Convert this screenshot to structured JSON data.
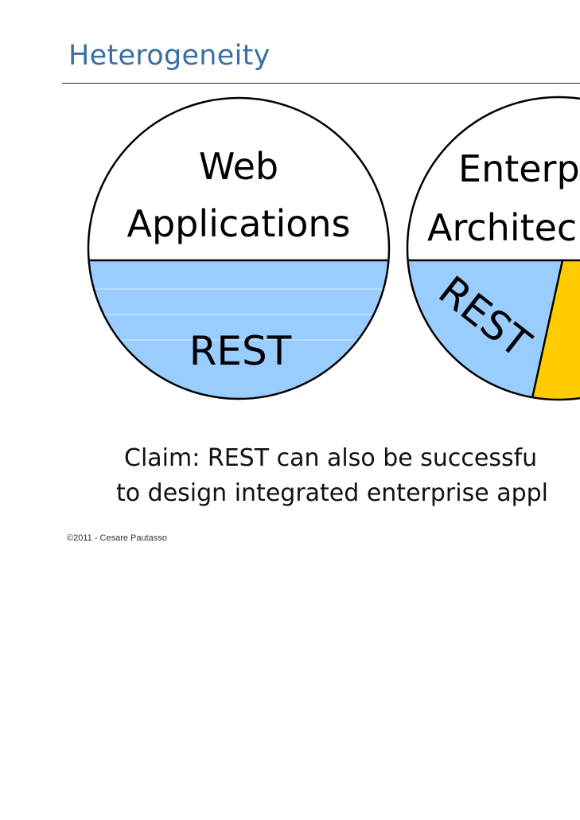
{
  "slide": {
    "title": "Heterogeneity",
    "footer": "©2011 - Cesare Pautasso"
  },
  "diagram": {
    "left_circle": {
      "label_line1": "Web",
      "label_line2": "Applications",
      "segment_label": "REST"
    },
    "right_circle": {
      "label_line1": "Enterp",
      "label_line2": "Architec",
      "segment_label": "REST"
    },
    "colors": {
      "rest_fill": "#99ccff",
      "other_fill": "#ffcc00",
      "outline": "#000000"
    }
  },
  "claim": {
    "line1": "Claim: REST can also be successfu",
    "line2": "to design integrated enterprise appl"
  }
}
